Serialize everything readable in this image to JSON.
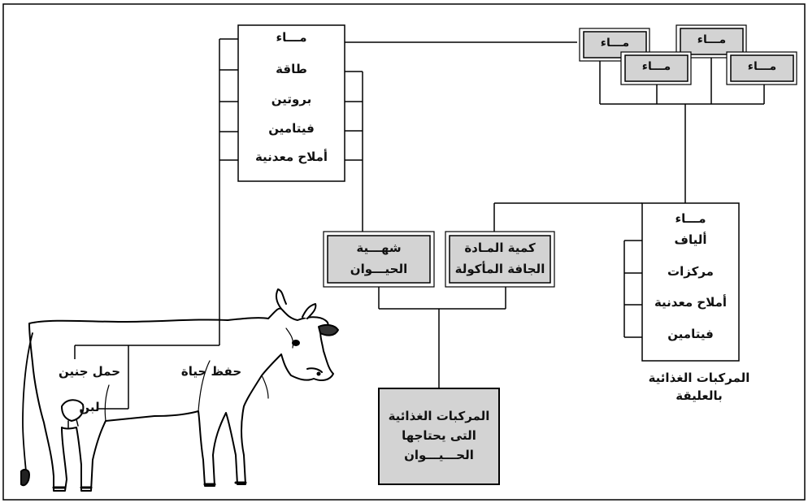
{
  "top_list": [
    "مـــاء",
    "طاقة",
    "بروتين",
    "فيتامين",
    "أملاح معدنية"
  ],
  "water_boxes": [
    "مـــاء",
    "مـــاء",
    "مـــاء",
    "مـــاء"
  ],
  "feed_list": [
    "مـــاء",
    "ألياف",
    "مركزات",
    "أملاح معدنية",
    "فيتامين"
  ],
  "feed_caption": [
    "المركبات الغذائية",
    "بالعليقة"
  ],
  "appetite": [
    "شهـــية",
    "الحيـــوان"
  ],
  "dry_matter": [
    "كمية المـادة",
    "الجافة المأكولة"
  ],
  "requirements": [
    "المركبات الغذائية",
    "التى يحتاجها",
    "الحـــيـــوان"
  ],
  "cow_labels": {
    "maintenance": "حفظ حياة",
    "pregnancy": "حمل جنين",
    "milk": "لبن"
  }
}
